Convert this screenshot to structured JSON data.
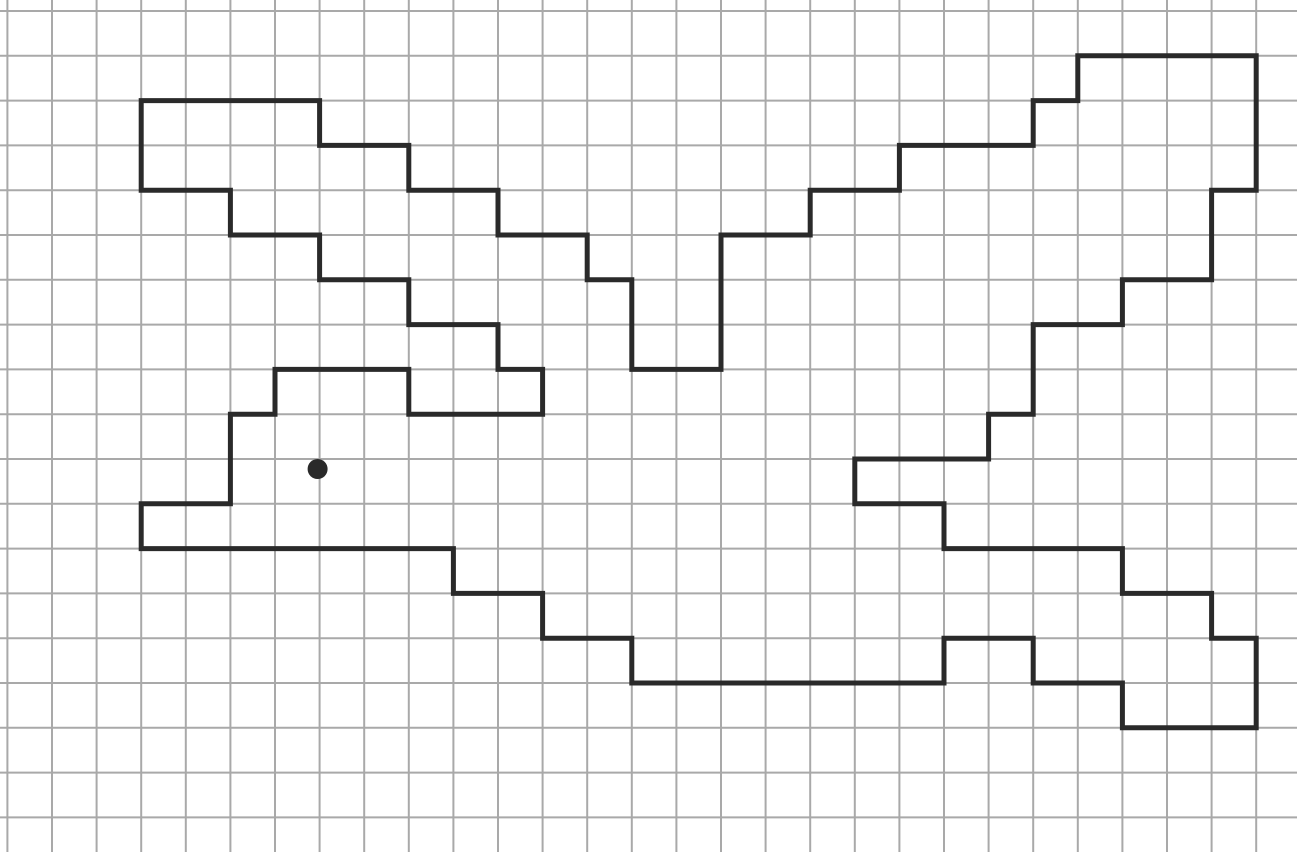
{
  "figure": {
    "kind": "grid-drawing",
    "subject": "bird-icon",
    "grid": {
      "columns": 27,
      "rows": 18,
      "line_color": "#a9a9a9",
      "background": "#ffffff"
    },
    "outline": {
      "stroke_color": "#2a2a2a",
      "vertices": [
        [
          2,
          2
        ],
        [
          6,
          2
        ],
        [
          6,
          3
        ],
        [
          8,
          3
        ],
        [
          8,
          4
        ],
        [
          10,
          4
        ],
        [
          10,
          5
        ],
        [
          12,
          5
        ],
        [
          12,
          6
        ],
        [
          13,
          6
        ],
        [
          13,
          8
        ],
        [
          15,
          8
        ],
        [
          15,
          5
        ],
        [
          17,
          5
        ],
        [
          17,
          4
        ],
        [
          19,
          4
        ],
        [
          19,
          3
        ],
        [
          22,
          3
        ],
        [
          22,
          2
        ],
        [
          23,
          2
        ],
        [
          23,
          1
        ],
        [
          27,
          1
        ],
        [
          27,
          4
        ],
        [
          26,
          4
        ],
        [
          26,
          6
        ],
        [
          24,
          6
        ],
        [
          24,
          7
        ],
        [
          22,
          7
        ],
        [
          22,
          9
        ],
        [
          21,
          9
        ],
        [
          21,
          10
        ],
        [
          18,
          10
        ],
        [
          18,
          11
        ],
        [
          20,
          11
        ],
        [
          20,
          12
        ],
        [
          24,
          12
        ],
        [
          24,
          13
        ],
        [
          26,
          13
        ],
        [
          26,
          14
        ],
        [
          27,
          14
        ],
        [
          27,
          16
        ],
        [
          24,
          16
        ],
        [
          24,
          15
        ],
        [
          22,
          15
        ],
        [
          22,
          14
        ],
        [
          20,
          14
        ],
        [
          20,
          15
        ],
        [
          13,
          15
        ],
        [
          13,
          14
        ],
        [
          11,
          14
        ],
        [
          11,
          13
        ],
        [
          9,
          13
        ],
        [
          9,
          12
        ],
        [
          2,
          12
        ],
        [
          2,
          11
        ],
        [
          4,
          11
        ],
        [
          4,
          9
        ],
        [
          5,
          9
        ],
        [
          5,
          8
        ],
        [
          8,
          8
        ],
        [
          8,
          9
        ],
        [
          11,
          9
        ],
        [
          11,
          8
        ],
        [
          10,
          8
        ],
        [
          10,
          7
        ],
        [
          8,
          7
        ],
        [
          8,
          6
        ],
        [
          6,
          6
        ],
        [
          6,
          5
        ],
        [
          4,
          5
        ],
        [
          4,
          4
        ],
        [
          2,
          4
        ]
      ]
    },
    "eye": {
      "point": [
        6,
        10
      ],
      "color": "#2a2a2a"
    }
  }
}
